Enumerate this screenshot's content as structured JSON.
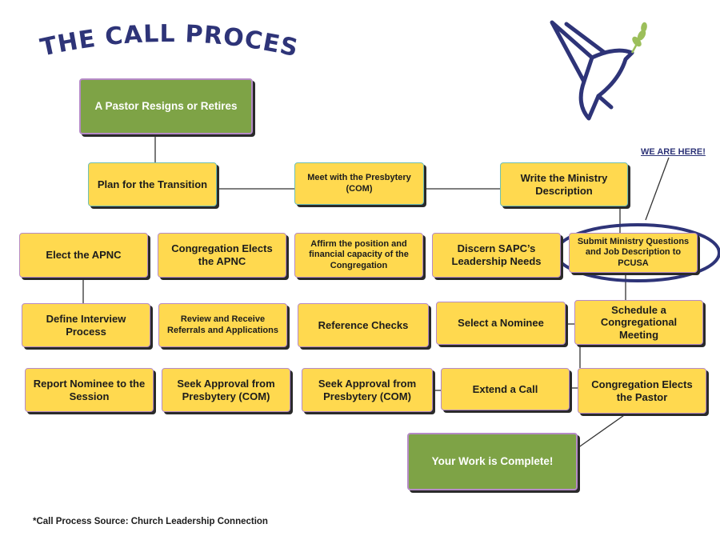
{
  "title": "THE CALL PROCESS",
  "we_are_here": "WE ARE HERE!",
  "source_note": "*Call Process Source: Church Leadership Connection",
  "logo_icon": "dove-icon",
  "colors": {
    "title": "#2e3478",
    "step": "#ffd94f",
    "milestone": "#7ea346",
    "highlight_ring": "#2e3478"
  },
  "steps": {
    "start": "A Pastor Resigns or Retires",
    "plan": "Plan for the Transition",
    "meet": "Meet with the Presbytery (COM)",
    "write": "Write the Ministry Description",
    "elect_apnc": "Elect the APNC",
    "cong_elects_apnc": "Congregation Elects the APNC",
    "affirm": "Affirm the position and financial capacity of the Congregation",
    "discern": "Discern SAPC’s Leadership Needs",
    "submit": "Submit Ministry Questions and Job Description to PCUSA",
    "define": "Define Interview Process",
    "review": "Review and Receive Referrals and Applications",
    "reference": "Reference Checks",
    "select": "Select a Nominee",
    "schedule": "Schedule a Congregational Meeting",
    "report": "Report Nominee to the Session",
    "seek1": "Seek Approval from Presbytery (COM)",
    "seek2": "Seek Approval from Presbytery (COM)",
    "extend": "Extend a Call",
    "cong_elects_pastor": "Congregation Elects the Pastor",
    "complete": "Your Work is Complete!"
  }
}
